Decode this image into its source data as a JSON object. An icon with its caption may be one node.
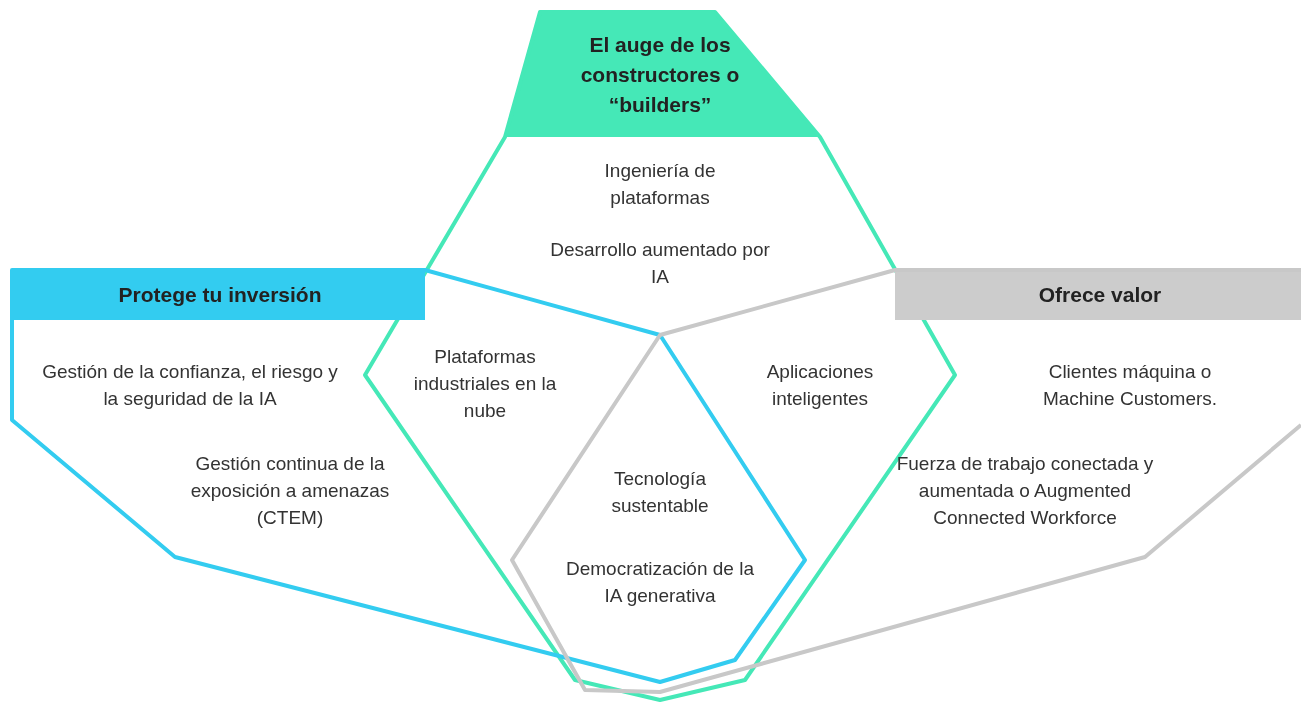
{
  "diagram": {
    "nodes": [
      {
        "text": [
          "El auge de los constructores o “builders”",
          "Ingeniería de plataformas",
          "Desarrollo aumentado por IA"
        ]
      },
      {
        "text": [
          "Protege tu inversión",
          "Gestión de la confianza, el riesgo y la seguridad de la IA",
          "Gestión continua de la exposición a amenazas (CTEM)"
        ]
      },
      {
        "text": [
          "Ofrece valor",
          "Clientes máquina o Machine Customers.",
          "Fuerza de trabajo conectada y aumentada o Augmented Connected Workforce"
        ]
      }
    ],
    "edges": [],
    "labels": [
      "Plataformas industriales en la nube",
      "Aplicaciones inteligentes",
      "Tecnología sustentable",
      "Democratización de la IA generativa"
    ]
  }
}
